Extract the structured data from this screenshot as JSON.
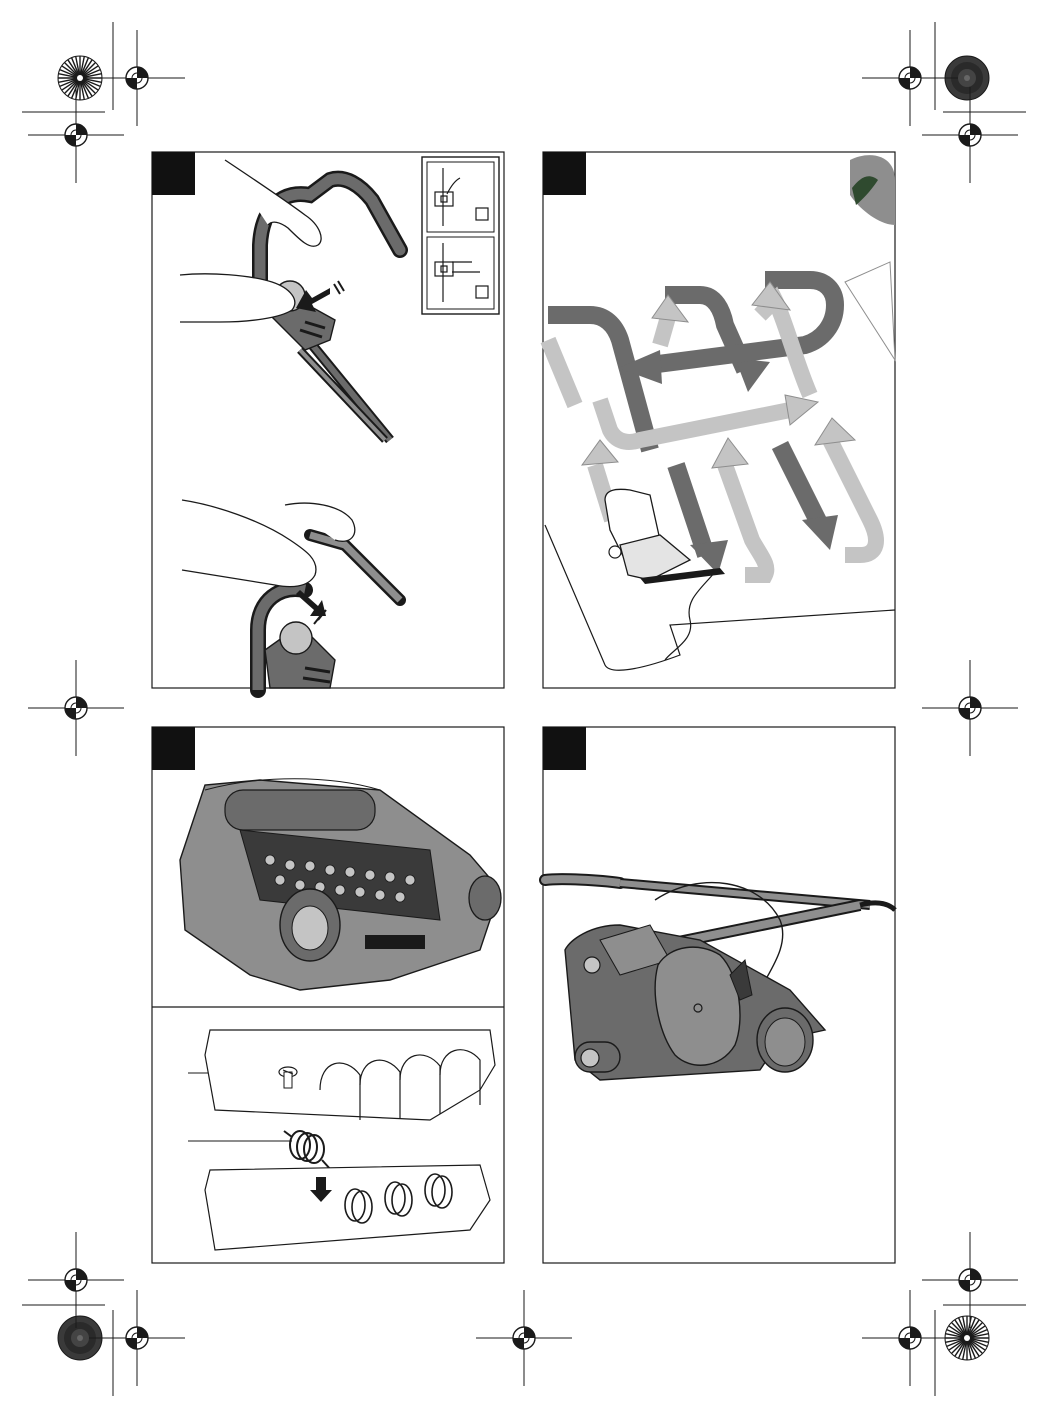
{
  "page": {
    "colors": {
      "ink": "#1a1a1a",
      "dark_gray": "#6b6b6b",
      "mid_gray": "#8e8e8e",
      "light_gray": "#c4c4c4",
      "pale_gray": "#e4e4e4",
      "label_tab": "#111111",
      "green_plant": "#2f4a2f"
    },
    "panels": [
      {
        "id": "panel-1",
        "content": "handle-fold-instructions",
        "label_text": ""
      },
      {
        "id": "panel-2",
        "content": "mowing-pattern-diagram",
        "label_text": ""
      },
      {
        "id": "panel-3",
        "content": "roller-tines-maintenance",
        "label_text": ""
      },
      {
        "id": "panel-4",
        "content": "scarifier-side-view",
        "label_text": ""
      }
    ],
    "icons": [
      "registration-mark-icon",
      "color-wheel-icon",
      "arrow-icon",
      "hand-icon",
      "spring-icon",
      "screw-icon"
    ]
  }
}
